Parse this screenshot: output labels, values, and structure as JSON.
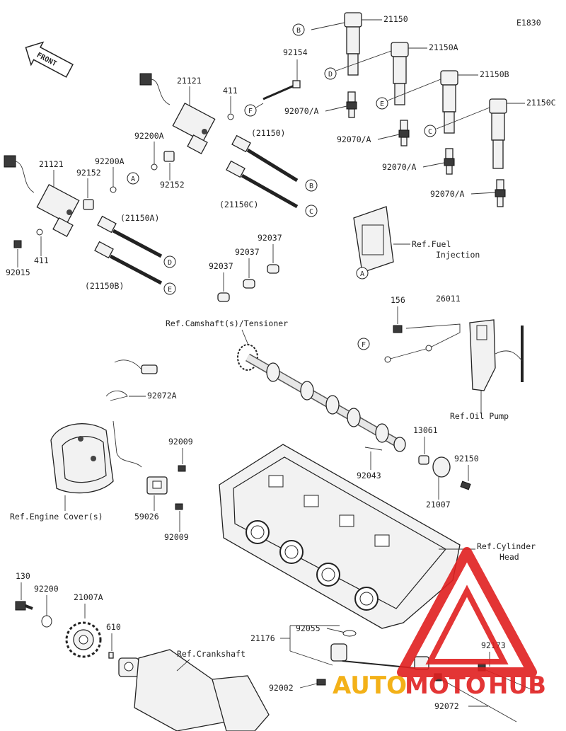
{
  "diagram_code": "E1830",
  "front_label": "FRONT",
  "watermark": {
    "part1": "AUTO",
    "part2": "MOTO",
    "part3": "HUB",
    "color1": "#f2a900",
    "color2": "#e02020",
    "color3": "#e02020"
  },
  "connector_letters": [
    "A",
    "B",
    "C",
    "D",
    "E",
    "F"
  ],
  "part_numbers": {
    "p21150": "21150",
    "p21150A": "21150A",
    "p21150B": "21150B",
    "p21150C": "21150C",
    "p92154": "92154",
    "p21121_upper": "21121",
    "p411_upper": "411",
    "p92070A_1": "92070/A",
    "p92070A_2": "92070/A",
    "p92070A_3": "92070/A",
    "p92070A_4": "92070/A",
    "p92200A_upper": "92200A",
    "p92200A_lower": "92200A",
    "p21121_lower": "21121",
    "p92152_left": "92152",
    "p92152_right": "92152",
    "p21150_paren": "(21150)",
    "p21150C_paren": "(21150C)",
    "p21150A_paren": "(21150A)",
    "p21150B_paren": "(21150B)",
    "p92015": "92015",
    "p411_lower": "411",
    "p92037_1": "92037",
    "p92037_2": "92037",
    "p92037_3": "92037",
    "p156": "156",
    "p26011": "26011",
    "p92072A": "92072A",
    "p92009_upper": "92009",
    "p92009_lower": "92009",
    "p59026": "59026",
    "p13061": "13061",
    "p92043": "92043",
    "p92150": "92150",
    "p21007": "21007",
    "p130": "130",
    "p92200": "92200",
    "p21007A": "21007A",
    "p610": "610",
    "p21176": "21176",
    "p92055": "92055",
    "p92002": "92002",
    "p92173": "92173",
    "p92072": "92072"
  },
  "references": {
    "fuel_injection_1": "Ref.Fuel",
    "fuel_injection_2": "Injection",
    "camshaft": "Ref.Camshaft(s)/Tensioner",
    "oil_pump": "Ref.Oil Pump",
    "engine_cover": "Ref.Engine Cover(s)",
    "cylinder_head_1": "Ref.Cylinder",
    "cylinder_head_2": "Head",
    "crankshaft": "Ref.Crankshaft"
  }
}
